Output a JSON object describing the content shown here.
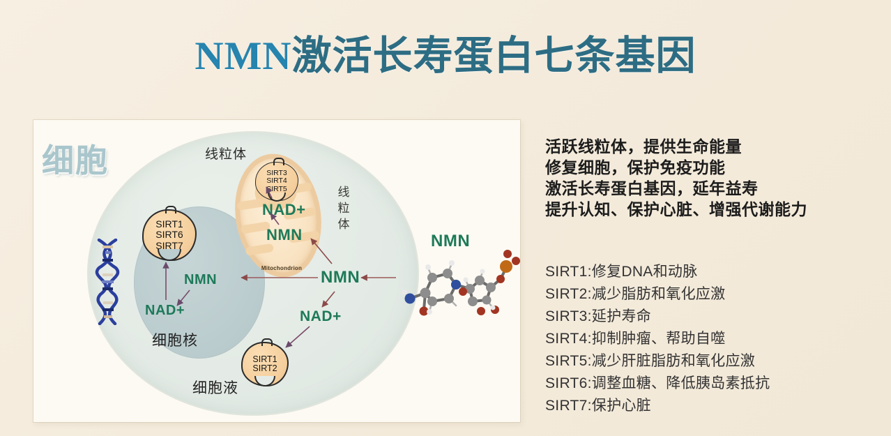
{
  "title": {
    "en": "NMN",
    "zh": "激活长寿蛋白七条基因",
    "full": "NMN激活长寿蛋白七条基因",
    "color_en": "#2684ae",
    "color_zh": "#2d6d84"
  },
  "diagram": {
    "cell_label": "细胞",
    "mito_top_label": "线粒体",
    "mito_side_label": "线粒体",
    "mito_caption": "Mitochondrion",
    "nucleus_label": "细胞核",
    "cytosol_label": "细胞液",
    "molecule_label": "NMN",
    "hub_label": "NMN",
    "sirt_nucleus": [
      "SIRT1",
      "SIRT6",
      "SIRT7"
    ],
    "sirt_mito": [
      "SIRT3",
      "SIRT4",
      "SIRT5"
    ],
    "sirt_cytosol": [
      "SIRT1",
      "SIRT2"
    ],
    "mito_nad": "NAD+",
    "mito_nmn": "NMN",
    "nucleus_nmn": "NMN",
    "nucleus_nad": "NAD+",
    "cytosol_nad": "NAD+",
    "colors": {
      "green_label": "#1e7a59",
      "cell_fill": "#e4ebe6",
      "nucleus_fill": "#bccdcf",
      "sirt_fill": "#f5cf9d",
      "mito_fill": "#f9e3c3",
      "arrow": "#8b4a4a",
      "dna": "#2b3f9e"
    }
  },
  "benefits": [
    "活跃线粒体，提供生命能量",
    "修复细胞，保护免疫功能",
    "激活长寿蛋白基因，延年益寿",
    "提升认知、保护心脏、增强代谢能力"
  ],
  "sirt_functions": [
    "SIRT1:修复DNA和动脉",
    "SIRT2:减少脂肪和氧化应激",
    "SIRT3:延护寿命",
    "SIRT4:抑制肿瘤、帮助自噬",
    "SIRT5:减少肝脏脂肪和氧化应激",
    "SIRT6:调整血糖、降低胰岛素抵抗",
    "SIRT7:保护心脏"
  ]
}
